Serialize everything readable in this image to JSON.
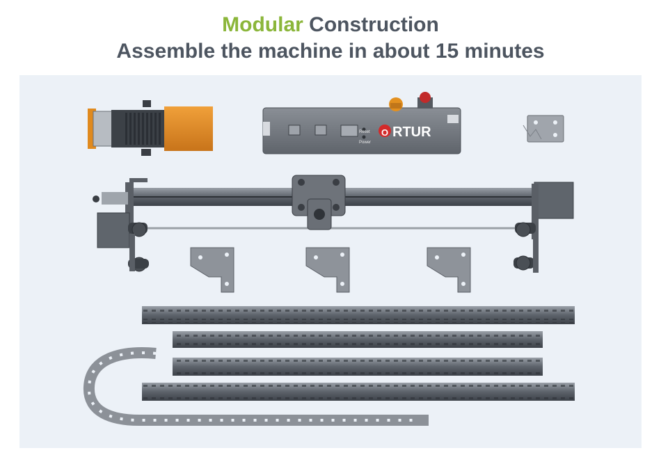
{
  "header": {
    "title_accent": "Modular",
    "title_rest": "Construction",
    "subtitle": "Assemble the machine in about 15 minutes"
  },
  "controller": {
    "brand_letter": "O",
    "brand_rest": "RTUR",
    "reset_label": "Reset",
    "power_label": "Power"
  },
  "colors": {
    "accent": "#8bb63a",
    "heading": "#4d5560",
    "panel_bg": "#ecf1f7",
    "module_orange": "#e08a1e",
    "logo_red": "#d42a2a"
  }
}
